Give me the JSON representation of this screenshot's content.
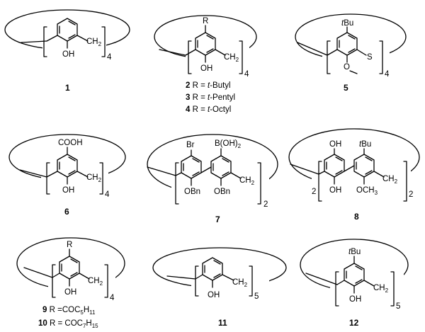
{
  "compounds": [
    {
      "number": "1",
      "repeat": "4",
      "para": "",
      "para_it": "",
      "ortho": "OH",
      "bridge": "CH",
      "bridge_sub": "2"
    },
    {
      "number": "2",
      "repeat": "4",
      "para": "R",
      "para_it": "",
      "ortho": "OH",
      "bridge": "CH",
      "bridge_sub": "2",
      "defs": [
        {
          "number": "2",
          "prefix": " R = ",
          "italic": "t",
          "rest": "-Butyl"
        },
        {
          "number": "3",
          "prefix": " R = ",
          "italic": "t",
          "rest": "-Pentyl"
        },
        {
          "number": "4",
          "prefix": " R = ",
          "italic": "t",
          "rest": "-Octyl"
        }
      ]
    },
    {
      "number": "5",
      "repeat": "4",
      "para": "Bu",
      "para_it": "t",
      "ortho": "O",
      "methyl_dash": "—",
      "bridge": "S",
      "bridge_sub": ""
    },
    {
      "number": "6",
      "repeat": "4",
      "para": "COOH",
      "para_it": "",
      "ortho": "OH",
      "bridge": "CH",
      "bridge_sub": "2"
    },
    {
      "number": "7",
      "repeat": "2",
      "left_para": "Br",
      "right_para": "B(OH)",
      "right_para_sub": "2",
      "left_ortho": "OBn",
      "right_ortho": "OBn",
      "bridge": "CH",
      "bridge_sub": "2"
    },
    {
      "number": "8",
      "repeat": "2",
      "outer_repeat": "2",
      "left_para": "OH",
      "right_para": "Bu",
      "right_para_it": "t",
      "left_ortho": "OH",
      "right_ortho": "OCH",
      "right_ortho_sub": "3",
      "bridge": "CH",
      "bridge_sub": "2"
    },
    {
      "number": "9",
      "repeat": "4",
      "para": "R",
      "para_it": "",
      "ortho": "OH",
      "bridge": "CH",
      "bridge_sub": "2",
      "defs": [
        {
          "number": "9",
          "prefix": "  R =COC",
          "sub": "5",
          "rest": "H",
          "sub2": "11"
        },
        {
          "number": "10",
          "prefix": " R = COC",
          "sub": "7",
          "rest": "H",
          "sub2": "15"
        }
      ]
    },
    {
      "number": "11",
      "repeat": "5",
      "para": "",
      "para_it": "",
      "ortho": "OH",
      "bridge": "CH",
      "bridge_sub": "2"
    },
    {
      "number": "12",
      "repeat": "5",
      "para": "Bu",
      "para_it": "t",
      "ortho": "OH",
      "bridge": "CH",
      "bridge_sub": "2"
    }
  ]
}
